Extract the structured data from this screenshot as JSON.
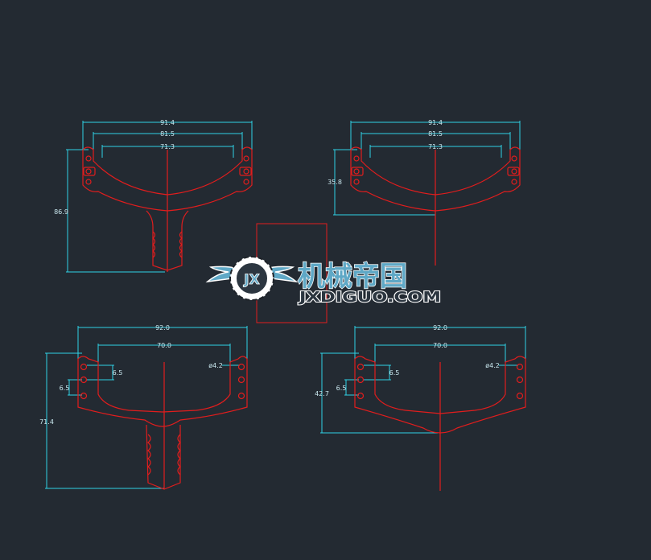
{
  "colors": {
    "background": "#232a32",
    "part": "#e21d1d",
    "dimension": "#2fd3e6",
    "dimension_text": "#c9e7ee",
    "frame": "#e21d1d",
    "logo_primary": "#5fa8c6",
    "logo_outline": "#ffffff"
  },
  "views": {
    "top_left": {
      "width_outer": "91.4",
      "width_mid": "81.5",
      "width_inner": "71.3",
      "height": "86.9"
    },
    "top_right": {
      "width_outer": "91.4",
      "width_mid": "81.5",
      "width_inner": "71.3",
      "height": "35.8"
    },
    "bottom_left": {
      "width_outer": "92.0",
      "width_inner": "70.0",
      "hole_dia": "ø4.2",
      "hole_pitch_a": "6.5",
      "hole_pitch_b": "6.5",
      "height": "71.4"
    },
    "bottom_right": {
      "width_outer": "92.0",
      "width_inner": "70.0",
      "hole_dia": "ø4.2",
      "hole_pitch_a": "6.5",
      "hole_pitch_b": "6.5",
      "height": "42.7"
    }
  },
  "watermark": {
    "emblem_letters": "JX",
    "cn_text": "机械帝国",
    "en_text": "JXDIGUO.COM"
  }
}
